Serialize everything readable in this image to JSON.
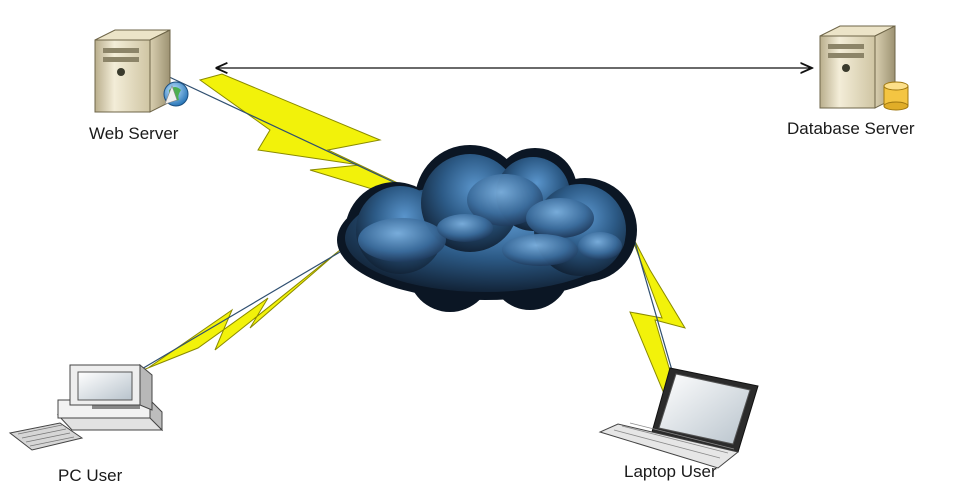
{
  "nodes": {
    "web_server": {
      "label": "Web Server",
      "icon": "web-server-icon"
    },
    "database_server": {
      "label": "Database Server",
      "icon": "database-server-icon"
    },
    "pc_user": {
      "label": "PC User",
      "icon": "desktop-computer-icon"
    },
    "laptop_user": {
      "label": "Laptop User",
      "icon": "laptop-icon"
    },
    "network": {
      "icon": "cloud-icon"
    }
  },
  "connections": [
    {
      "from": "web_server",
      "to": "database_server",
      "style": "double-arrow"
    },
    {
      "from": "web_server",
      "to": "network",
      "style": "lightning"
    },
    {
      "from": "pc_user",
      "to": "network",
      "style": "lightning"
    },
    {
      "from": "laptop_user",
      "to": "network",
      "style": "lightning"
    }
  ],
  "colors": {
    "lightning": "#f2f20a",
    "lightning_stroke": "#8a8a00",
    "cloud_dark": "#0b1624",
    "cloud_light": "#4c86bd",
    "server_body": "#e8e0c4",
    "database_cylinder": "#f4c542"
  }
}
